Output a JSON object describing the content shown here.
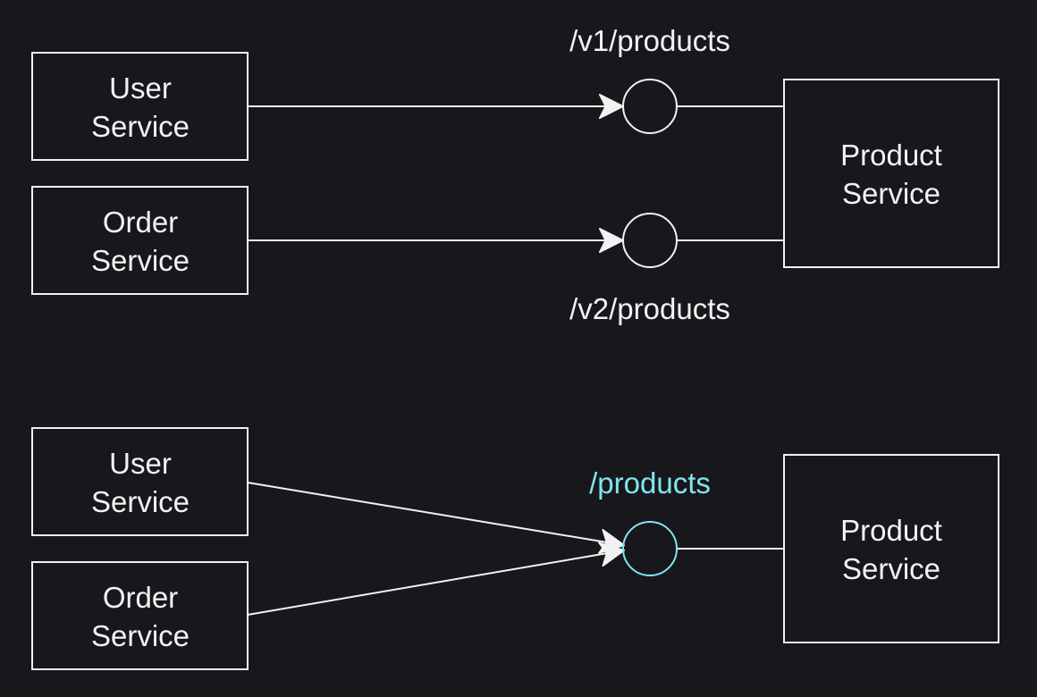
{
  "colors": {
    "background": "#18171c",
    "foreground": "#f2f2f2",
    "accent": "#7fe6f0"
  },
  "top": {
    "user_service": [
      "User",
      "Service"
    ],
    "order_service": [
      "Order",
      "Service"
    ],
    "product_service": [
      "Product",
      "Service"
    ],
    "endpoint_v1": "/v1/products",
    "endpoint_v2": "/v2/products"
  },
  "bottom": {
    "user_service": [
      "User",
      "Service"
    ],
    "order_service": [
      "Order",
      "Service"
    ],
    "product_service": [
      "Product",
      "Service"
    ],
    "endpoint": "/products"
  }
}
